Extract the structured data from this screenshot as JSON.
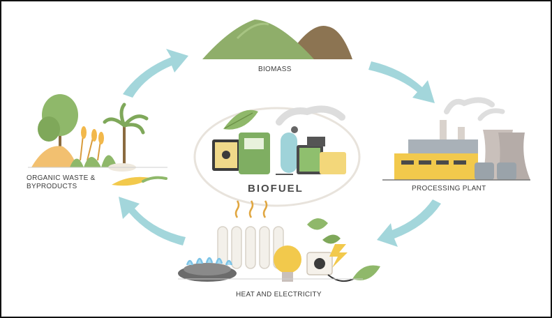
{
  "center": {
    "title": "BIOFUEL"
  },
  "nodes": {
    "biomass": "BIOMASS",
    "processing_plant": "PROCESSING PLANT",
    "heat_electricity": "HEAT AND ELECTRICITY",
    "organic_waste_line1": "ORGANIC WASTE &",
    "organic_waste_line2": "BYPRODUCTS"
  },
  "colors": {
    "arrow": "#9fd3d9",
    "hill_green": "#8fae6a",
    "hill_brown": "#8a7350",
    "accent_yellow": "#f2c94c",
    "leaf_green": "#7fa85a"
  }
}
